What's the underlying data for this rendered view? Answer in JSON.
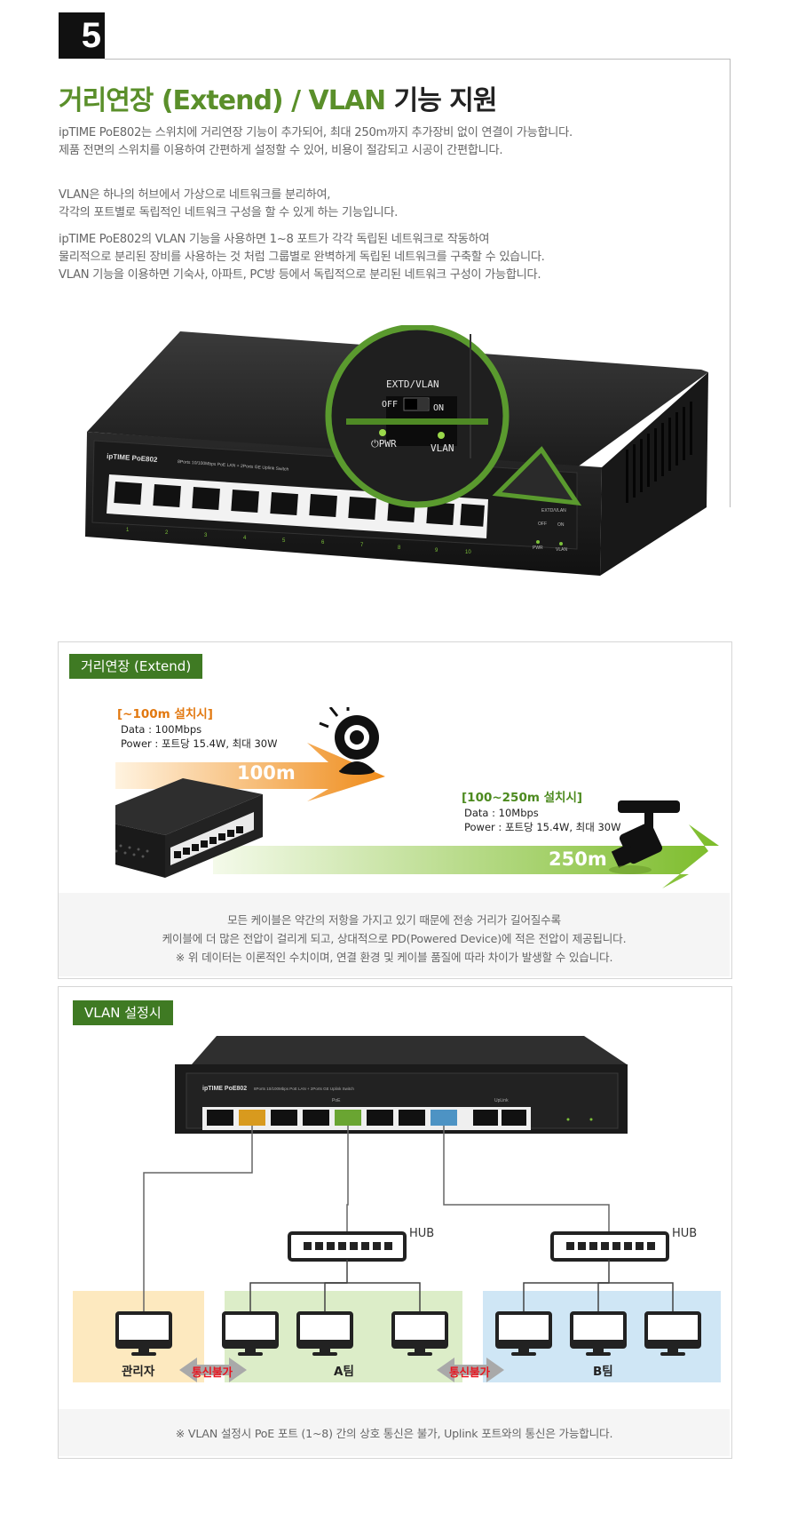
{
  "section_number": "5",
  "title": {
    "green": "거리연장 (Extend) / VLAN ",
    "black": "기능 지원"
  },
  "paragraphs": [
    "ipTIME PoE802는 스위치에 거리연장 기능이 추가되어, 최대 250m까지 추가장비 없이 연결이 가능합니다.",
    "제품 전면의 스위치를 이용하여 간편하게 설정할 수 있어, 비용이 절감되고 시공이 간편합니다.",
    "VLAN은 하나의 허브에서 가상으로 네트워크를 분리하여,",
    "각각의 포트별로 독립적인 네트워크 구성을 할 수 있게 하는 기능입니다.",
    "ipTIME PoE802의 VLAN 기능을 사용하면 1~8 포트가 각각 독립된 네트워크로 작동하여",
    "물리적으로 분리된 장비를 사용하는 것 처럼 그룹별로 완벽하게 독립된 네트워크를 구축할 수 있습니다.",
    "VLAN 기능을 이용하면 기숙사, 아파트, PC방 등에서 독립적으로 분리된 네트워크 구성이 가능합니다."
  ],
  "product": {
    "brand": "ipTIME",
    "model": "PoE802",
    "desc": "8Ports 10/100Mbps PoE LAN + 2Ports GE Uplink Switch",
    "poe_label": "PoE",
    "port_numbers": [
      "1",
      "2",
      "3",
      "4",
      "5",
      "6",
      "7",
      "8",
      "9",
      "10"
    ],
    "zoom_title": "EXTD/VLAN",
    "zoom_off": "OFF",
    "zoom_on": "ON",
    "zoom_pwr": "PWR",
    "zoom_vlan": "VLAN",
    "small_extd": "EXTD/VLAN",
    "small_off": "OFF",
    "small_on": "ON",
    "small_pwr": "PWR",
    "small_vlan": "VLAN"
  },
  "extend": {
    "label": "거리연장 (Extend)",
    "short": {
      "heading": "[~100m 설치시]",
      "data": "Data : 100Mbps",
      "power_prefix": "Power : ",
      "power_value": "포트당 15.4W, 최대 30W",
      "distance": "100m"
    },
    "long": {
      "heading": "[100~250m 설치시]",
      "data": "Data : 10Mbps",
      "power_prefix": "Power : ",
      "power_value": "포트당 15.4W, 최대 30W",
      "distance": "250m"
    },
    "notes": [
      "모든 케이블은 약간의 저항을 가지고 있기 때문에 전송 거리가 길어질수록",
      "케이블에 더 많은 전압이 걸리게 되고, 상대적으로 PD(Powered Device)에 적은 전압이 제공됩니다.",
      "※ 위 데이터는 이론적인 수치이며, 연결 환경 및 케이블 품질에 따라 차이가 발생할 수 있습니다."
    ],
    "colors": {
      "orange": "#ef8c1b",
      "green": "#7cbc2a",
      "label_bg": "#3f7a23"
    }
  },
  "vlan": {
    "label": "VLAN 설정시",
    "hub_label": "HUB",
    "uplink_label": "UpLink",
    "groups": {
      "admin": "관리자",
      "team_a": "A팀",
      "team_b": "B팀"
    },
    "blocked": "통신불가",
    "note": "※  VLAN 설정시 PoE 포트 (1~8) 간의 상호 통신은 불가, Uplink 포트와의 통신은 가능합니다.",
    "colors": {
      "admin_bg": "#fde9bf",
      "team_a_bg": "#dcedc8",
      "team_b_bg": "#cfe6f5",
      "port_orange": "#d89a1e",
      "port_green": "#6aa532",
      "port_blue": "#4d93c4"
    }
  }
}
